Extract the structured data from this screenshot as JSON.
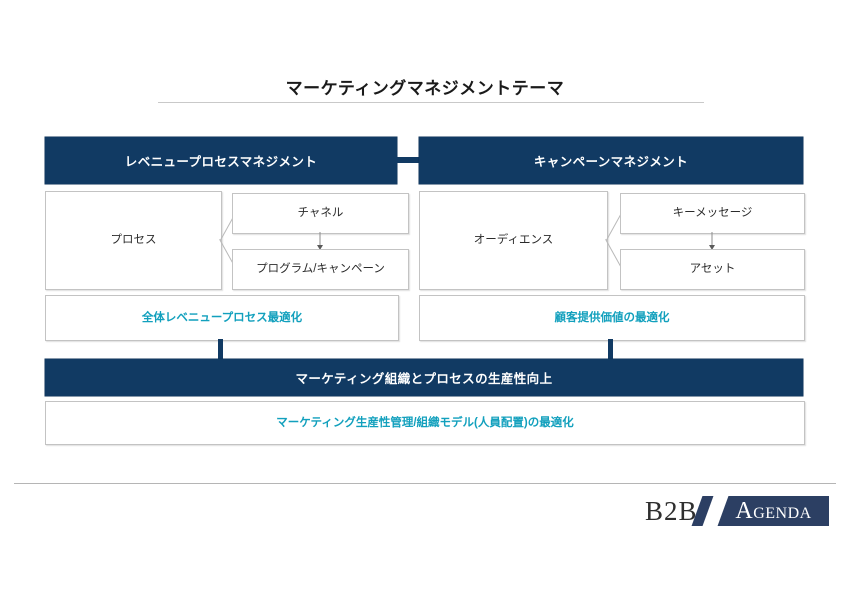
{
  "slide": {
    "title": "マーケティングマネジメントテーマ",
    "colors": {
      "navy": "#113a63",
      "teal": "#12a0bd",
      "box_border": "#c3c3c3",
      "rule": "#c9c9c9",
      "logo_navy": "#2c3f63"
    }
  },
  "columns": [
    {
      "header": "レベニュープロセスマネジメント",
      "primary": "プロセス",
      "sub_top": "チャネル",
      "sub_bottom": "プログラム/キャンペーン",
      "outcome": "全体レベニュープロセス最適化"
    },
    {
      "header": "キャンペーンマネジメント",
      "primary": "オーディエンス",
      "sub_top": "キーメッセージ",
      "sub_bottom": "アセット",
      "outcome": "顧客提供価値の最適化"
    }
  ],
  "bottom": {
    "banner": "マーケティング組織とプロセスの生産性向上",
    "outcome": "マーケティング生産性管理/組織モデル(人員配置)の最適化"
  },
  "footer": {
    "logo_primary": "B2B",
    "logo_mark_cap": "A",
    "logo_mark_rest": "GENDA"
  }
}
